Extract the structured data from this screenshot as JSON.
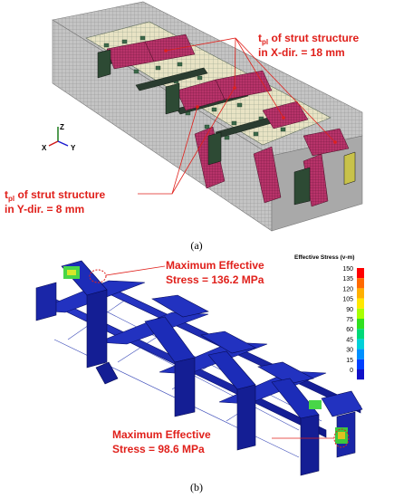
{
  "panel_a": {
    "annotation_x_prefix": "t",
    "annotation_x_sub": "pl",
    "annotation_x_line1_rest": " of strut structure",
    "annotation_x_line2": "in X-dir. = 18 mm",
    "annotation_y_prefix": "t",
    "annotation_y_sub": "pl",
    "annotation_y_line1_rest": " of strut structure",
    "annotation_y_line2": "in Y-dir. = 8 mm",
    "axis_z": "Z",
    "axis_x": "X",
    "axis_y": "Y",
    "caption": "(a)"
  },
  "panel_b": {
    "max_stress_1_line1": "Maximum Effective",
    "max_stress_1_line2": "Stress = 136.2 MPa",
    "max_stress_2_line1": "Maximum Effective",
    "max_stress_2_line2": "Stress = 98.6 MPa",
    "caption": "(b)",
    "legend": {
      "title": "Effective Stress (v-m)",
      "ticks": [
        "150",
        "135",
        "120",
        "105",
        "90",
        "75",
        "60",
        "45",
        "30",
        "15",
        "0"
      ],
      "colors": [
        "#ff0000",
        "#ff6a00",
        "#ffb000",
        "#ffe800",
        "#a8ff00",
        "#30e020",
        "#00d878",
        "#00d0d8",
        "#0090ff",
        "#0040ff",
        "#1010c8"
      ]
    }
  },
  "colors": {
    "annotation": "#e0201b",
    "fe_blue": "#1c2aa8",
    "mesh_gray": "#b9b9b9",
    "strut_pink": "#b8336a"
  }
}
